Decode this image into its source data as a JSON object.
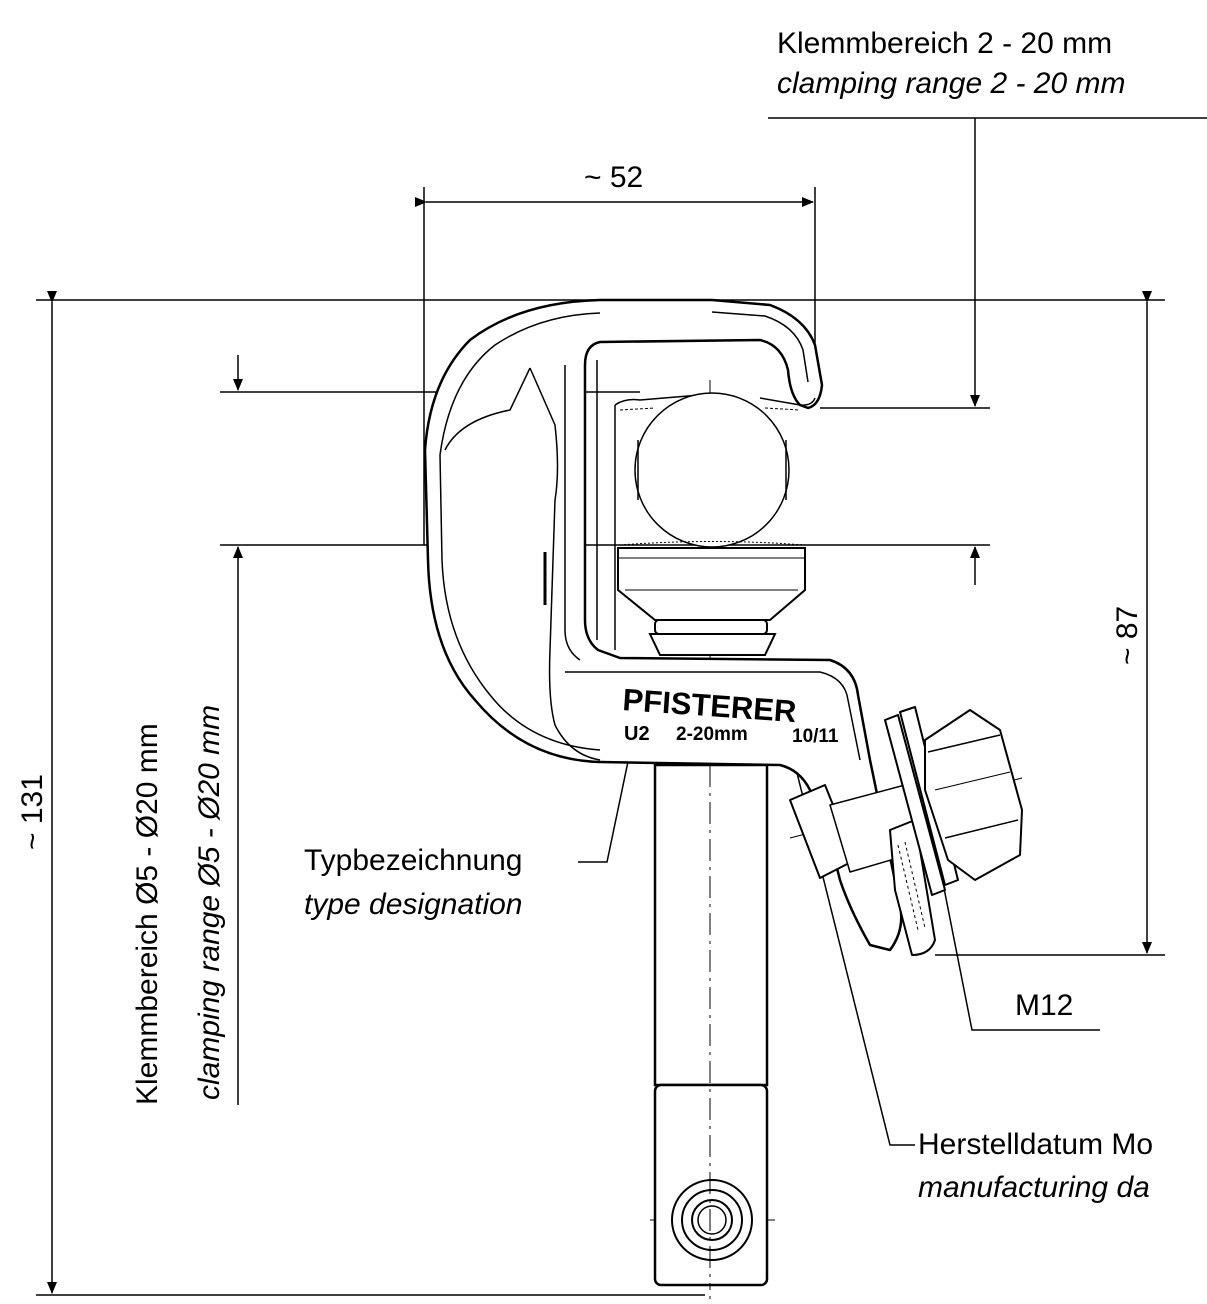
{
  "dimensions": {
    "width_52": "~ 52",
    "height_131": "~ 131",
    "height_87": "~ 87"
  },
  "labels": {
    "clamp_range_top_de": "Klemmbereich 2 - 20 mm",
    "clamp_range_top_en": "clamping range 2 - 20 mm",
    "clamp_range_side_de": "Klemmbereich Ø5 - Ø20 mm",
    "clamp_range_side_en": "clamping range Ø5 - Ø20 mm",
    "type_de": "Typbezeichnung",
    "type_en": "type designation",
    "thread": "M12",
    "date_de": "Herstelldatum Mo",
    "date_en": "manufacturing da"
  },
  "stamp": {
    "brand": "PFISTERER",
    "model": "U2",
    "range": "2-20mm",
    "date": "10/11"
  }
}
